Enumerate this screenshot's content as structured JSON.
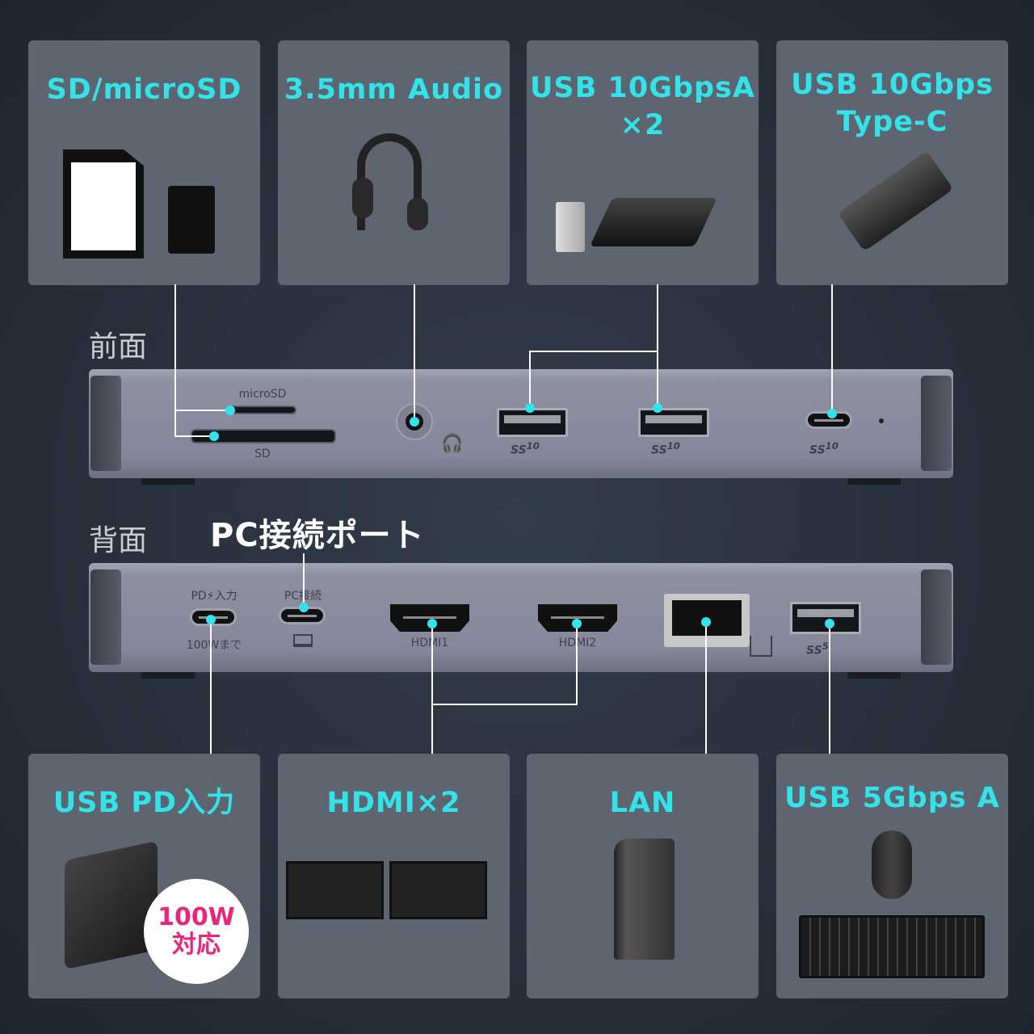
{
  "top_panels": [
    {
      "title": "SD/microSD",
      "image": "sdxc-and-microsdxc-cards"
    },
    {
      "title": "3.5mm Audio",
      "image": "headset"
    },
    {
      "title": "USB 10GbpsA\n×2",
      "image": "usb-stick-and-portable-ssd"
    },
    {
      "title": "USB 10Gbps\nType-C",
      "image": "portable-ssd-with-type-c-cable"
    }
  ],
  "bottom_panels": [
    {
      "title": "USB PD入力",
      "image": "ac-adapter",
      "badge": "100W\n対応"
    },
    {
      "title": "HDMI×2",
      "image": "two-monitors"
    },
    {
      "title": "LAN",
      "image": "wifi-router"
    },
    {
      "title": "USB 5Gbps A",
      "image": "mouse-and-keyboard"
    }
  ],
  "front": {
    "label": "前面",
    "microsd": "microSD",
    "sd": "SD",
    "usb_speed": "10",
    "typec_speed": "10",
    "ss": "SS"
  },
  "back": {
    "label": "背面",
    "pc_port_title": "PC接続ポート",
    "pd_in": "PD⚡入力",
    "pd_note": "100Wまで",
    "pc": "PC接続",
    "hdmi1": "HDMI1",
    "hdmi2": "HDMI2",
    "usb_speed": "5",
    "ss": "SS"
  },
  "colors": {
    "accent": "#33e3ea",
    "badge_text": "#e8277c",
    "panel": "#5e6470"
  }
}
